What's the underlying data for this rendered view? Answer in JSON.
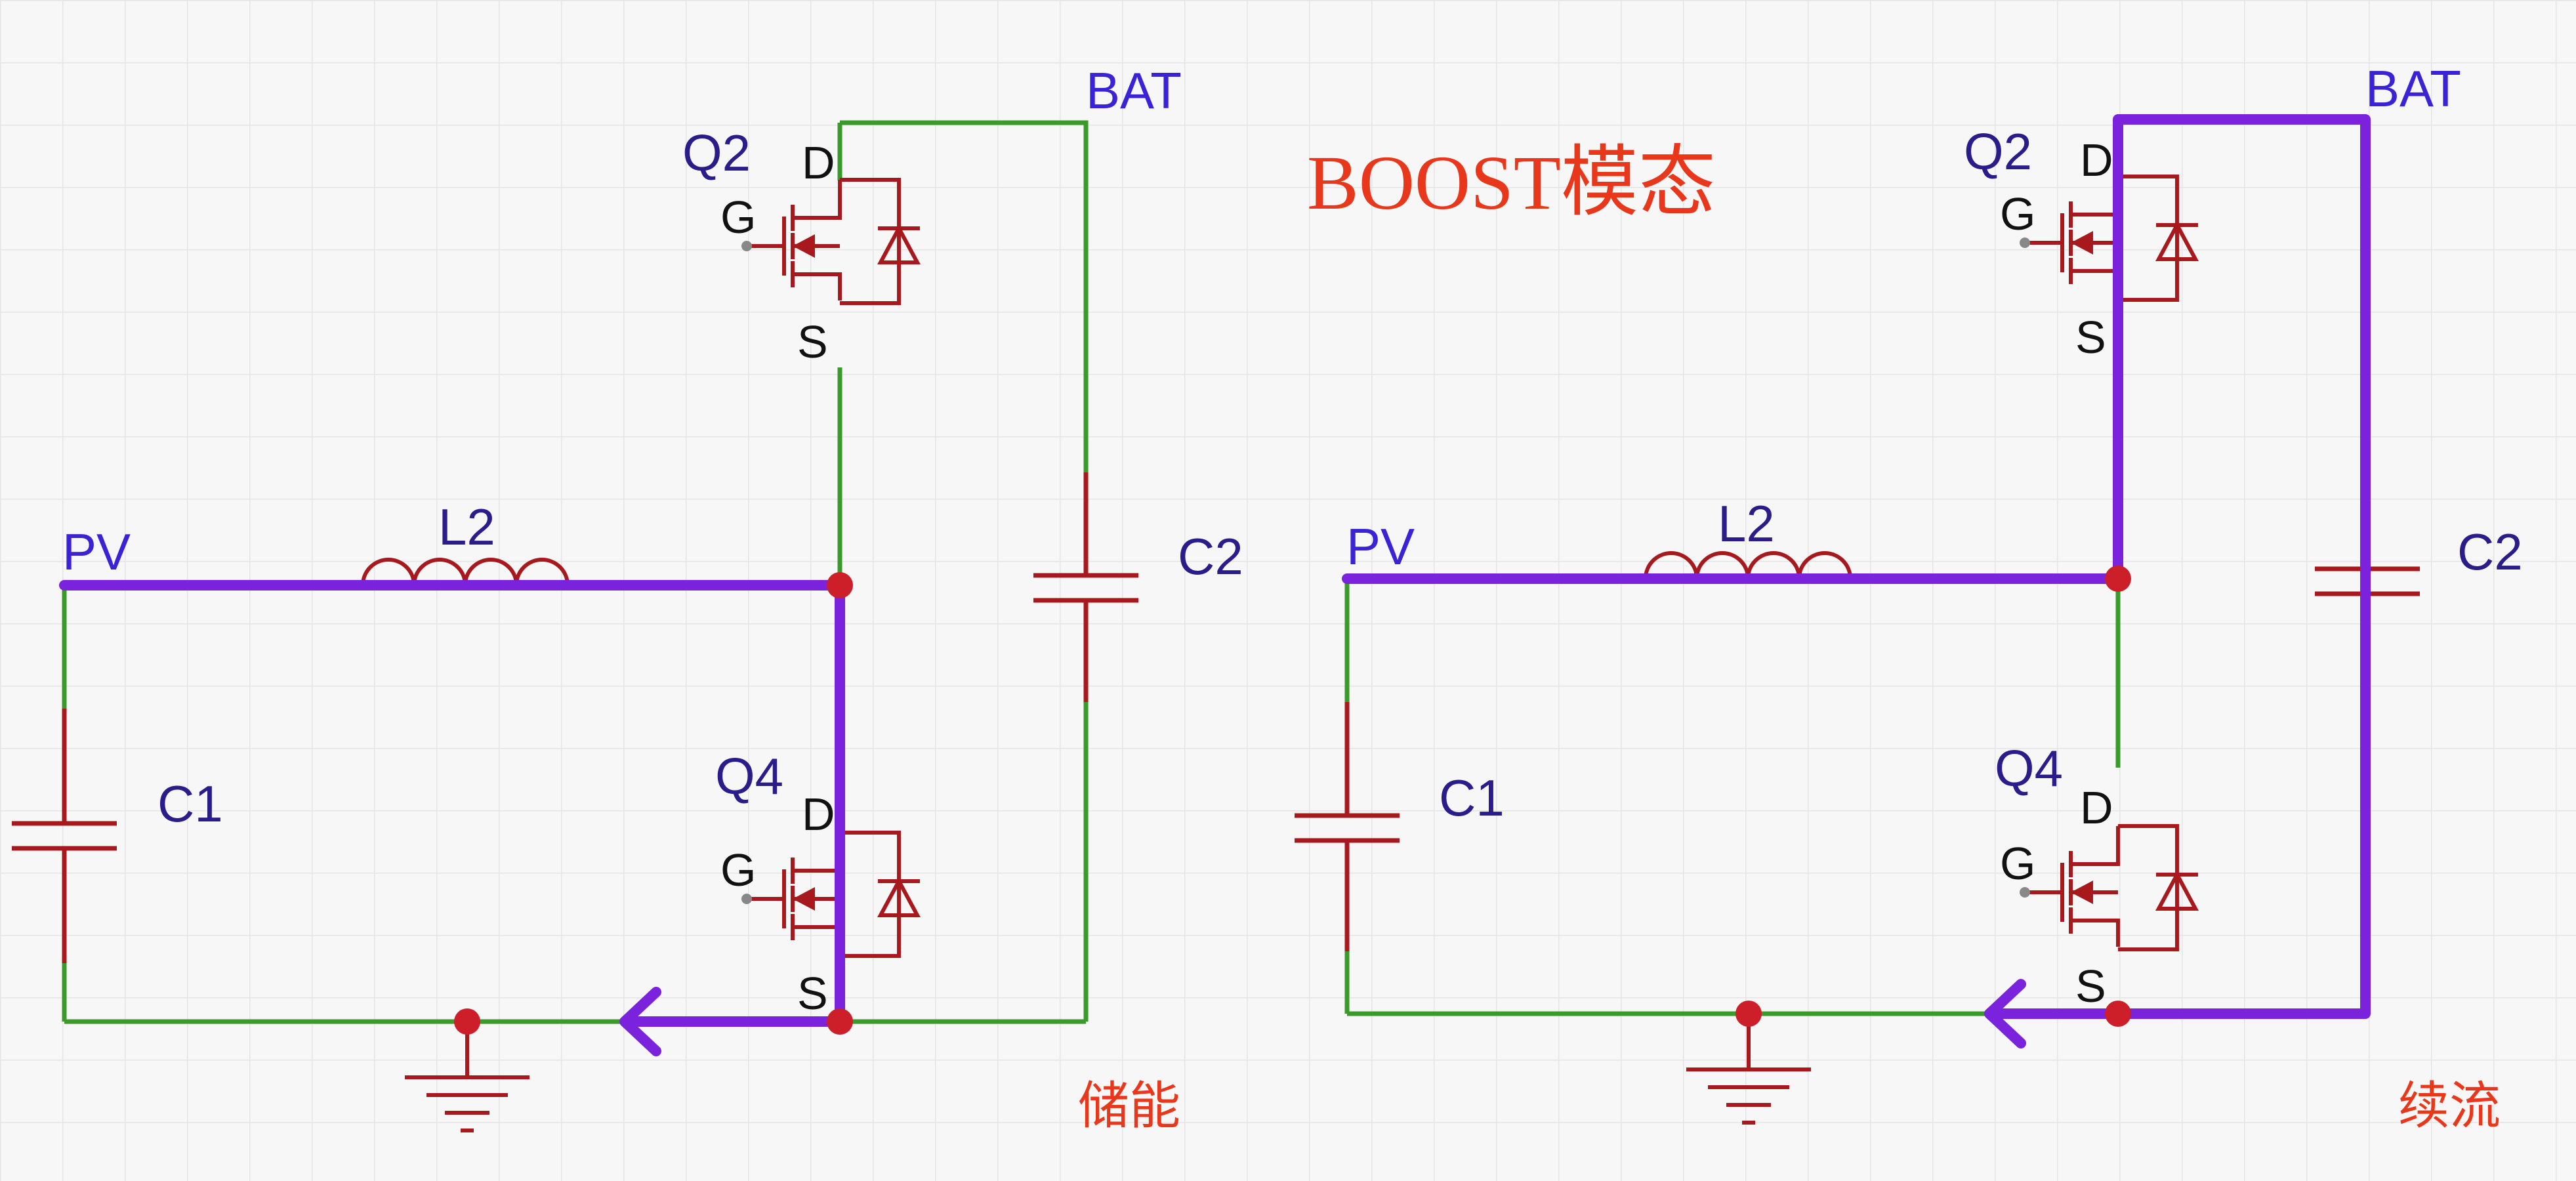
{
  "title": "BOOST模态",
  "colors": {
    "background": "#f7f7f7",
    "grid": "#e4e4e4",
    "wire": "#3a9a2a",
    "component": "#a8191e",
    "current_path": "#7a22dc",
    "net_label": "#3a22d6",
    "ref_label": "#2a1c8a",
    "pin_label": "#111111",
    "title": "#e8371a"
  },
  "panels": [
    {
      "mode_label": "储能",
      "nets": {
        "pv": "PV",
        "bat": "BAT"
      },
      "components": {
        "l2": "L2",
        "c1": "C1",
        "c2": "C2",
        "q2": "Q2",
        "q4": "Q4",
        "pins": {
          "d": "D",
          "g": "G",
          "s": "S"
        }
      }
    },
    {
      "mode_label": "续流",
      "nets": {
        "pv": "PV",
        "bat": "BAT"
      },
      "components": {
        "l2": "L2",
        "c1": "C1",
        "c2": "C2",
        "q2": "Q2",
        "q4": "Q4",
        "pins": {
          "d": "D",
          "g": "G",
          "s": "S"
        }
      }
    }
  ]
}
